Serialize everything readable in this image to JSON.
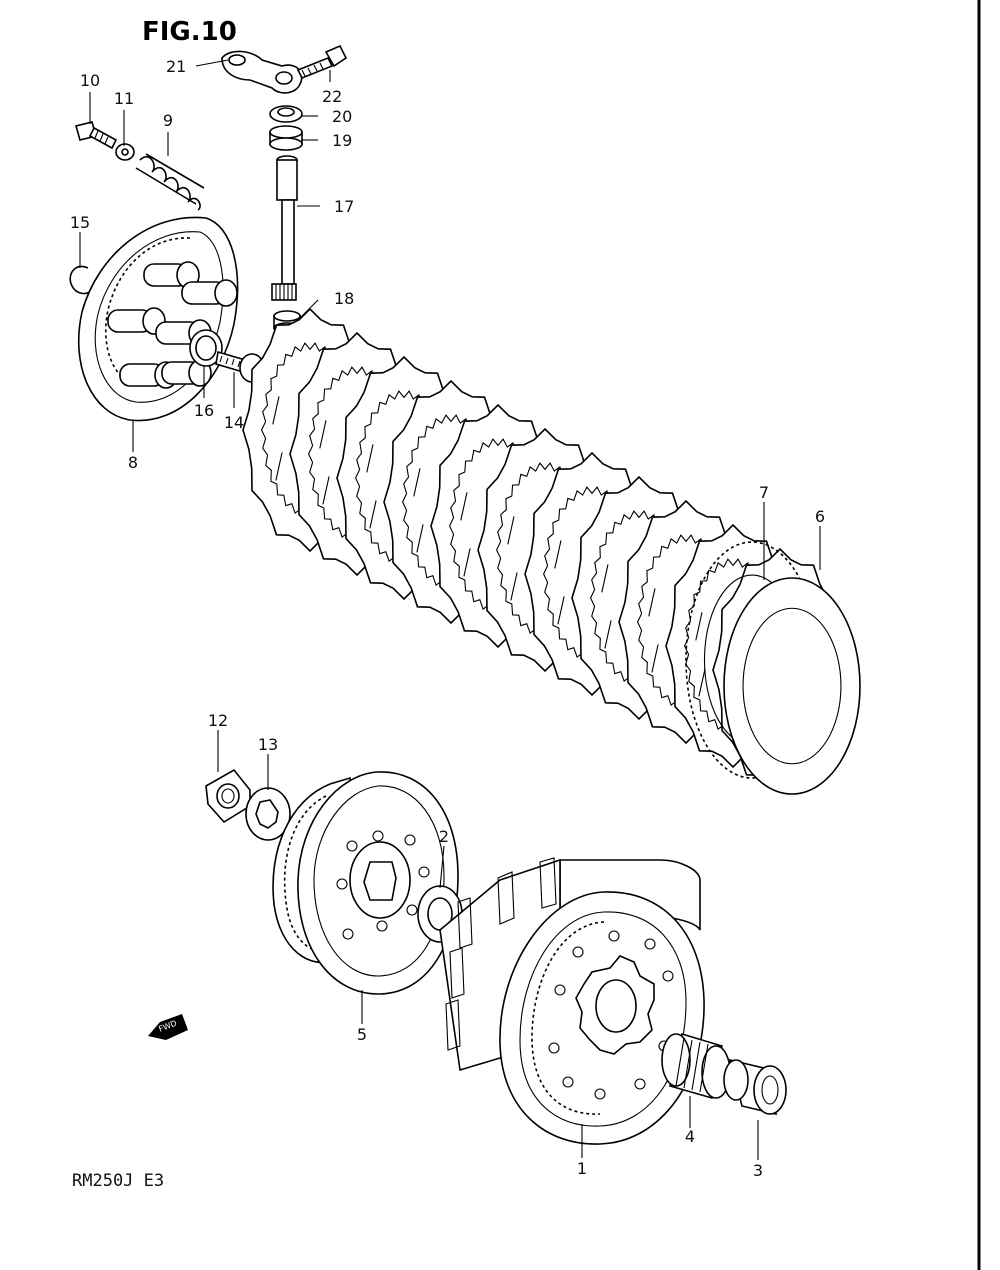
{
  "figure": {
    "title": "FIG.10",
    "model_code": "RM250J  E3",
    "fwd_badge": "FWD",
    "fwd_icon": "forward-arrow-icon"
  },
  "callouts": [
    {
      "id": "1",
      "label": "1"
    },
    {
      "id": "2",
      "label": "2"
    },
    {
      "id": "3",
      "label": "3"
    },
    {
      "id": "4",
      "label": "4"
    },
    {
      "id": "5",
      "label": "5"
    },
    {
      "id": "6",
      "label": "6"
    },
    {
      "id": "7",
      "label": "7"
    },
    {
      "id": "8",
      "label": "8"
    },
    {
      "id": "9",
      "label": "9"
    },
    {
      "id": "10",
      "label": "10"
    },
    {
      "id": "11",
      "label": "11"
    },
    {
      "id": "12",
      "label": "12"
    },
    {
      "id": "13",
      "label": "13"
    },
    {
      "id": "14",
      "label": "14"
    },
    {
      "id": "15",
      "label": "15"
    },
    {
      "id": "16",
      "label": "16"
    },
    {
      "id": "17",
      "label": "17"
    },
    {
      "id": "18",
      "label": "18"
    },
    {
      "id": "19",
      "label": "19"
    },
    {
      "id": "20",
      "label": "20"
    },
    {
      "id": "21",
      "label": "21"
    },
    {
      "id": "22",
      "label": "22"
    }
  ]
}
